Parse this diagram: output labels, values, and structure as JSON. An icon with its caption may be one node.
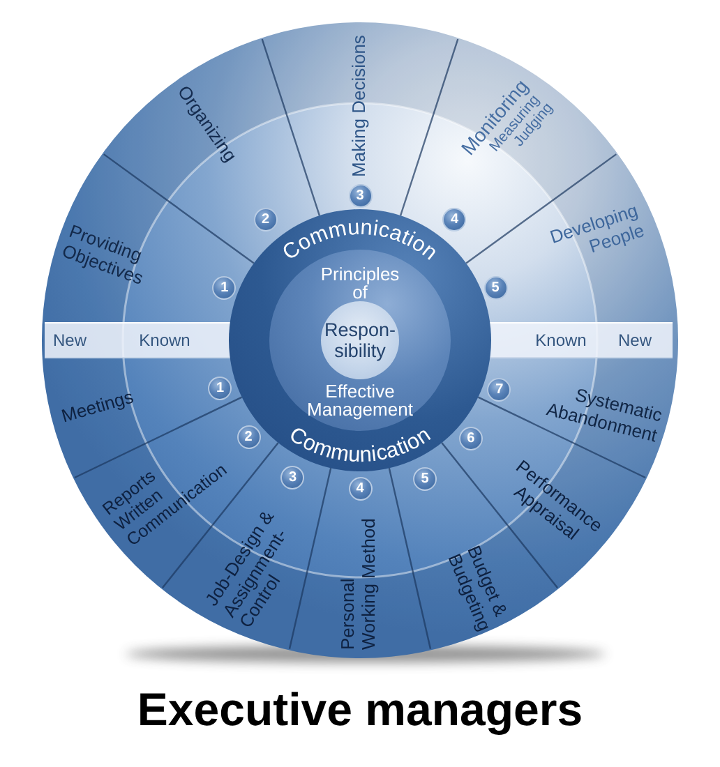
{
  "diagram": {
    "title": "Executive managers",
    "nodes": [
      {
        "text": [
          "Providing Objectives"
        ]
      },
      {
        "text": [
          "Organizing"
        ]
      },
      {
        "text": [
          "Making Decisions"
        ]
      },
      {
        "text": [
          "Monitoring",
          "Measuring",
          "Judging"
        ]
      },
      {
        "text": [
          "Developing People"
        ]
      },
      {
        "text": [
          "New",
          "Known",
          "Known",
          "New"
        ]
      },
      {
        "text": [
          "Communication",
          "Communication"
        ]
      },
      {
        "text": [
          "Principles of",
          "Effective Management"
        ],
        "in": 6
      },
      {
        "text": [
          "Respon- sibility"
        ],
        "in": 7
      },
      {
        "text": [
          "Meetings"
        ]
      },
      {
        "text": [
          "Reports Written Communication"
        ]
      },
      {
        "text": [
          "Job-Design & Assignment- Control"
        ]
      },
      {
        "text": [
          "Personal Working Method"
        ]
      },
      {
        "text": [
          "Budget & Budgeting"
        ]
      },
      {
        "text": [
          "Performance Appraisal"
        ]
      },
      {
        "text": [
          "Systematic Abandonment"
        ]
      }
    ],
    "labels": [
      "1",
      "2",
      "3",
      "4",
      "5",
      "1",
      "2",
      "3",
      "4",
      "5",
      "6",
      "7"
    ]
  }
}
